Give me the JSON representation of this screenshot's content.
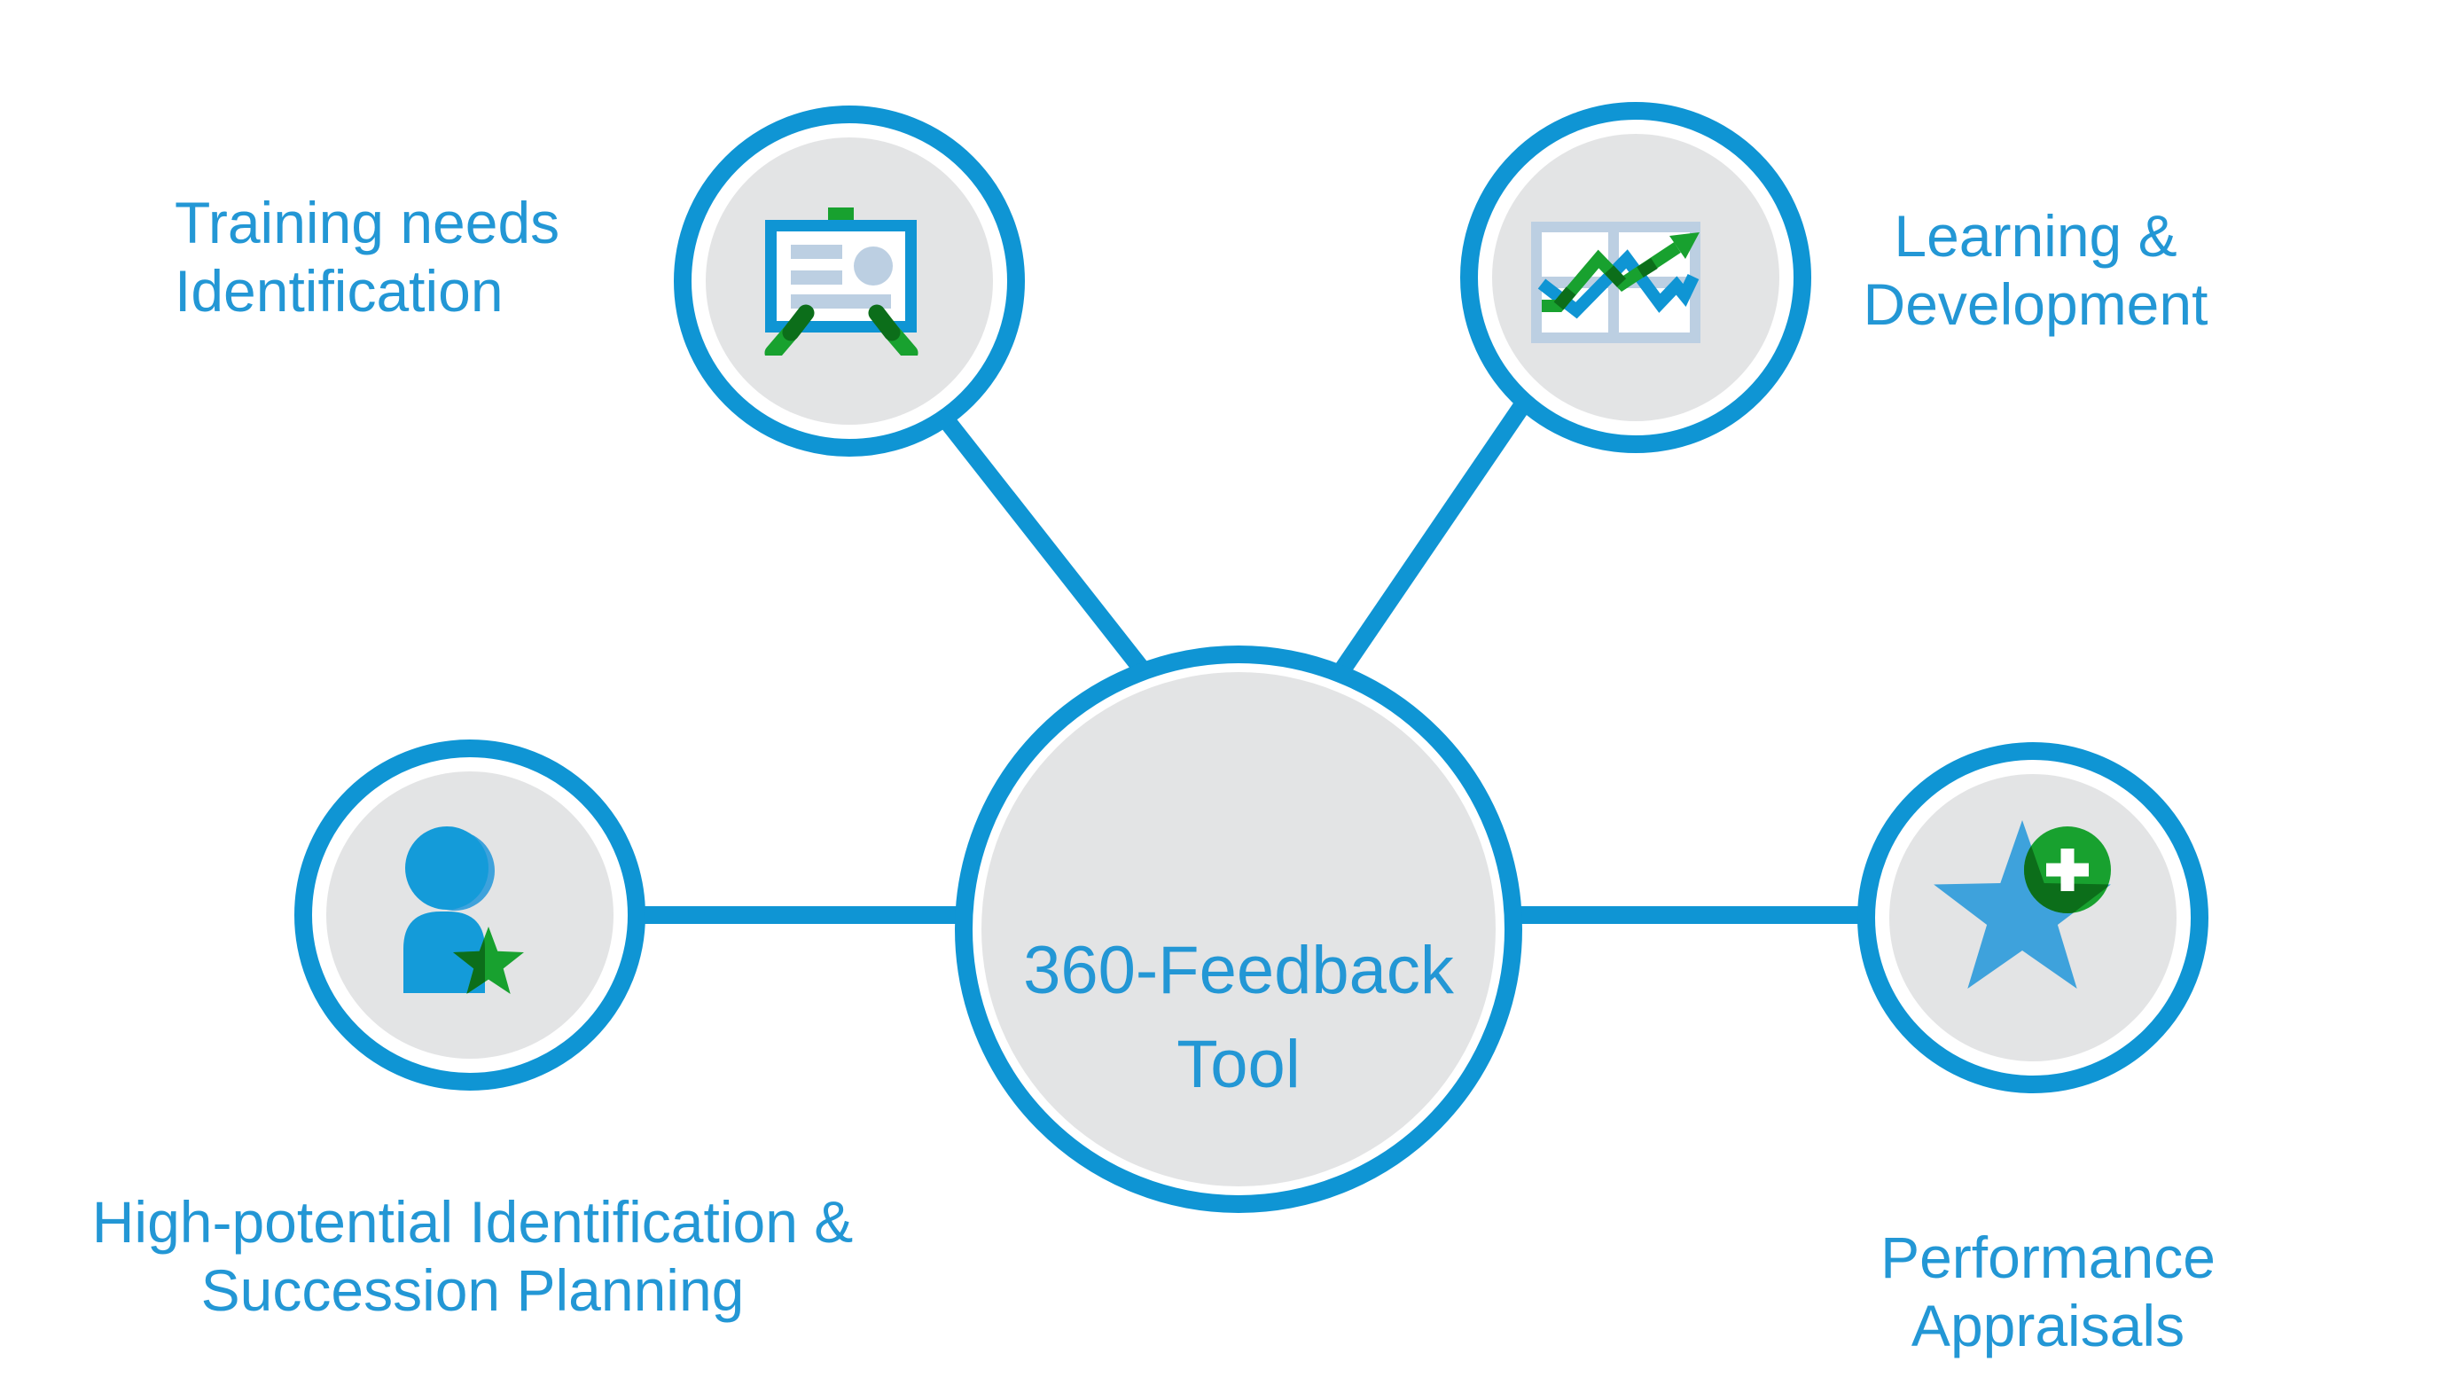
{
  "center": {
    "label": "360-Feedback\nTool"
  },
  "nodes": [
    {
      "id": "training-needs",
      "label": "Training needs\nIdentification",
      "icon": "presentation-board-icon"
    },
    {
      "id": "learning-development",
      "label": "Learning &\nDevelopment",
      "icon": "line-chart-icon"
    },
    {
      "id": "high-potential",
      "label": "High-potential Identification &\nSuccession Planning",
      "icon": "person-star-icon"
    },
    {
      "id": "performance-appraisals",
      "label": "Performance Appraisals",
      "icon": "star-plus-icon"
    }
  ],
  "colors": {
    "blue": "#0F95D4",
    "text_blue": "#2397D5",
    "person_blue": "#149BD9",
    "light_blue": "#3EA2DC",
    "pale_blue": "#BCCFE2",
    "green": "#18A12F",
    "dark_green": "#0C6E1A",
    "gray": "#E3E4E5"
  }
}
